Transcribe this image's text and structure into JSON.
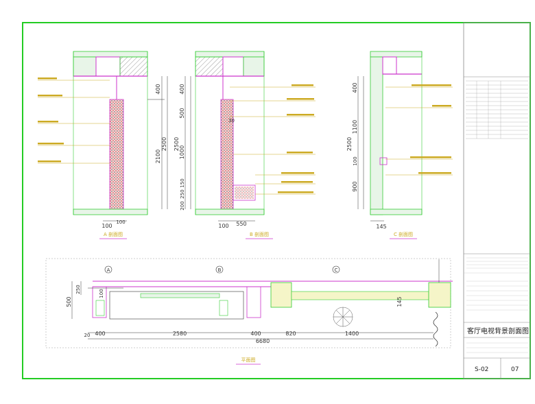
{
  "title_block": {
    "drawing_title": "客厅电视背景剖面图",
    "sheet_code": "S-02",
    "sheet_number": "07"
  },
  "sections": [
    {
      "label": "A 剖面图",
      "dims_vertical": [
        "400",
        "2100",
        "2500"
      ],
      "dims_horizontal": [
        "100",
        "100"
      ]
    },
    {
      "label": "B 剖面图",
      "dims_vertical": [
        "400",
        "500",
        "1000",
        "2500",
        "150",
        "250",
        "200"
      ],
      "dims_horizontal": [
        "100",
        "550"
      ],
      "note": "30"
    },
    {
      "label": "C 剖面图",
      "dims_vertical": [
        "400",
        "1100",
        "100",
        "2500",
        "900"
      ],
      "dims_horizontal": [
        "145"
      ]
    }
  ],
  "plan": {
    "label": "平面图",
    "section_markers": [
      "A",
      "B",
      "C"
    ],
    "dims_left": [
      "500",
      "250",
      "100"
    ],
    "dims_bottom": [
      "400",
      "2580",
      "400",
      "820",
      "1400"
    ],
    "total": "6680",
    "dim_20": "20",
    "dim_right": "145"
  },
  "colors": {
    "frame": "#22cc22",
    "wall": "#33cc33",
    "detail": "#cc33cc",
    "note": "#ccaa22",
    "hatch": "#cc3333",
    "line": "#333333"
  }
}
